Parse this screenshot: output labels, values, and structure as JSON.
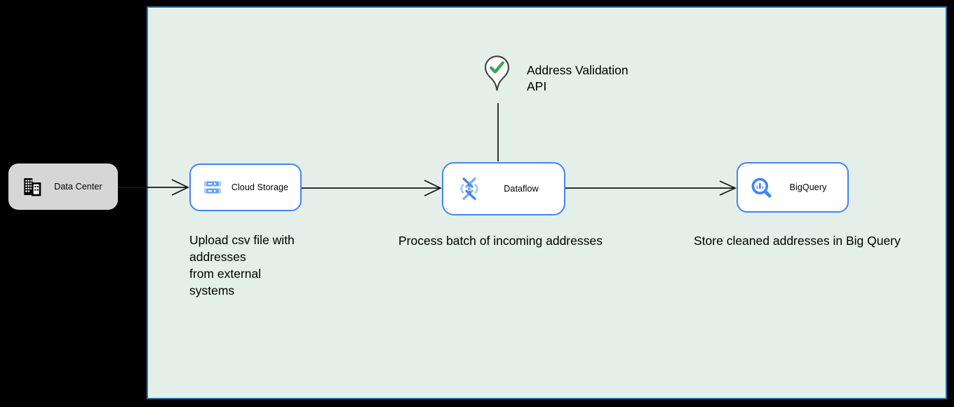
{
  "zone": {
    "fill": "#e3efe8",
    "border": "#2e6da4"
  },
  "nodes": {
    "data_center": {
      "label": "Data Center",
      "icon": "building-icon",
      "fill": "#d6d6d6"
    },
    "cloud_storage": {
      "label": "Cloud Storage",
      "icon": "cloud-storage-icon"
    },
    "dataflow": {
      "label": "Dataflow",
      "icon": "dataflow-icon"
    },
    "bigquery": {
      "label": "BigQuery",
      "icon": "bigquery-icon"
    }
  },
  "annotation": {
    "label": "Address Validation\nAPI",
    "icon": "location-pin-check-icon",
    "check_color": "#34a853"
  },
  "captions": {
    "upload": "Upload csv file with\naddresses\nfrom external\nsystems",
    "process": "Process batch of incoming addresses",
    "store": "Store cleaned addresses in Big Query"
  },
  "colors": {
    "background": "#000000",
    "node_border": "#4285f4",
    "icon_blue": "#4285f4",
    "icon_blue_light": "#aecbfa",
    "edge": "#141414",
    "text": "#000000"
  }
}
